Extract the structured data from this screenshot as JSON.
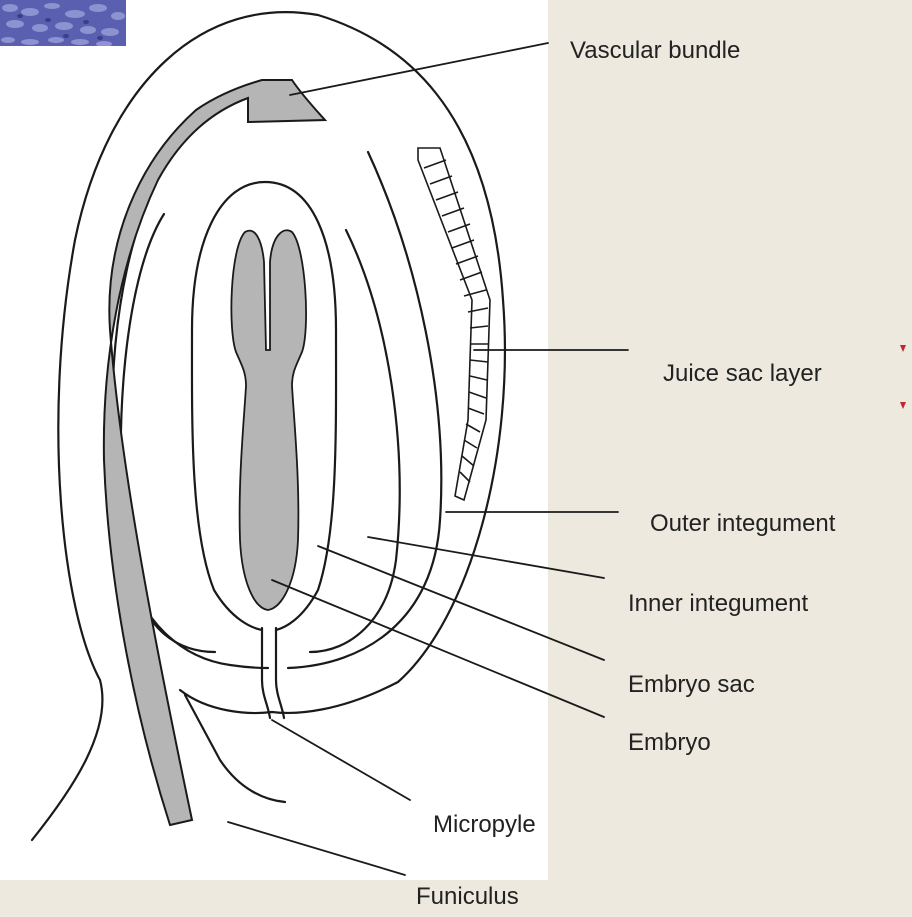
{
  "labels": {
    "vascular_bundle": "Vascular bundle",
    "juice_sac_layer": "Juice sac layer",
    "outer_integument": "Outer integument",
    "inner_integument": "Inner integument",
    "embryo_sac": "Embryo sac",
    "embryo": "Embryo",
    "micropyle": "Micropyle",
    "funiculus": "Funiculus"
  },
  "colors": {
    "background": "#ede9df",
    "panel": "#ffffff",
    "tissue_fill": "#b5b5b5",
    "line": "#1a1a1a",
    "thumbnail": "#5a5fb0",
    "accent_marks": "#c0262a"
  }
}
